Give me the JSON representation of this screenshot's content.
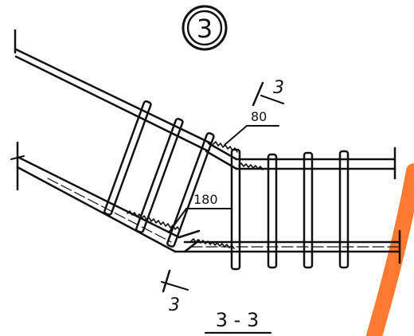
{
  "detail_marker": {
    "number": "3"
  },
  "section_cut": {
    "top_label": "3",
    "bottom_label": "3"
  },
  "weld_lengths": {
    "upper": "80",
    "lower": "180"
  },
  "section_title": "3 - 3",
  "colors": {
    "ink": "#111111",
    "watermark": "#ff6a1a"
  }
}
